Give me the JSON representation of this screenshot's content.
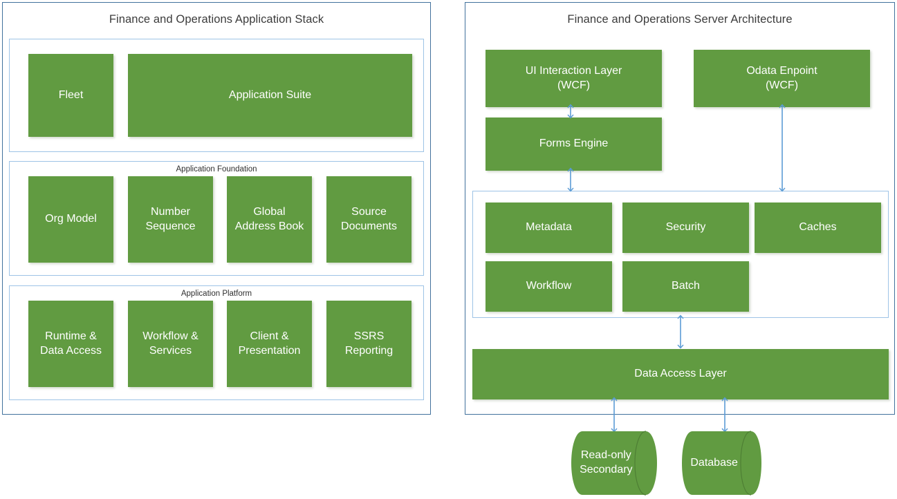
{
  "left_panel": {
    "title": "Finance and Operations Application Stack",
    "groups": [
      {
        "label": "",
        "nodes": [
          {
            "label": "Fleet"
          },
          {
            "label": "Application Suite"
          }
        ]
      },
      {
        "label": "Application Foundation",
        "nodes": [
          {
            "label": "Org Model"
          },
          {
            "label": "Number\nSequence"
          },
          {
            "label": "Global\nAddress Book"
          },
          {
            "label": "Source\nDocuments"
          }
        ]
      },
      {
        "label": "Application Platform",
        "nodes": [
          {
            "label": "Runtime &\nData Access"
          },
          {
            "label": "Workflow &\nServices"
          },
          {
            "label": "Client &\nPresentation"
          },
          {
            "label": "SSRS\nReporting"
          }
        ]
      }
    ]
  },
  "right_panel": {
    "title": "Finance and Operations Server Architecture",
    "nodes": {
      "ui_interaction_layer": "UI Interaction Layer\n(WCF)",
      "odata_endpoint": "Odata Enpoint\n(WCF)",
      "forms_engine": "Forms Engine",
      "metadata": "Metadata",
      "security": "Security",
      "caches": "Caches",
      "workflow": "Workflow",
      "batch": "Batch",
      "data_access_layer": "Data Access Layer",
      "read_only_secondary": "Read-only\nSecondary",
      "database": "Database"
    },
    "connectors": [
      {
        "from": "ui_interaction_layer",
        "to": "forms_engine",
        "type": "double"
      },
      {
        "from": "forms_engine",
        "to": "services_container",
        "type": "double"
      },
      {
        "from": "odata_endpoint",
        "to": "services_container",
        "type": "double"
      },
      {
        "from": "services_container",
        "to": "data_access_layer",
        "type": "double"
      },
      {
        "from": "data_access_layer",
        "to": "read_only_secondary",
        "type": "double"
      },
      {
        "from": "data_access_layer",
        "to": "database",
        "type": "double"
      }
    ]
  },
  "colors": {
    "node_fill": "#619B41",
    "panel_border": "#41719C",
    "group_border": "#9DC3E6",
    "connector": "#5B9BD5",
    "node_text": "#FFFFFF",
    "title_text": "#3B3B3B",
    "background": "#FFFFFF"
  }
}
